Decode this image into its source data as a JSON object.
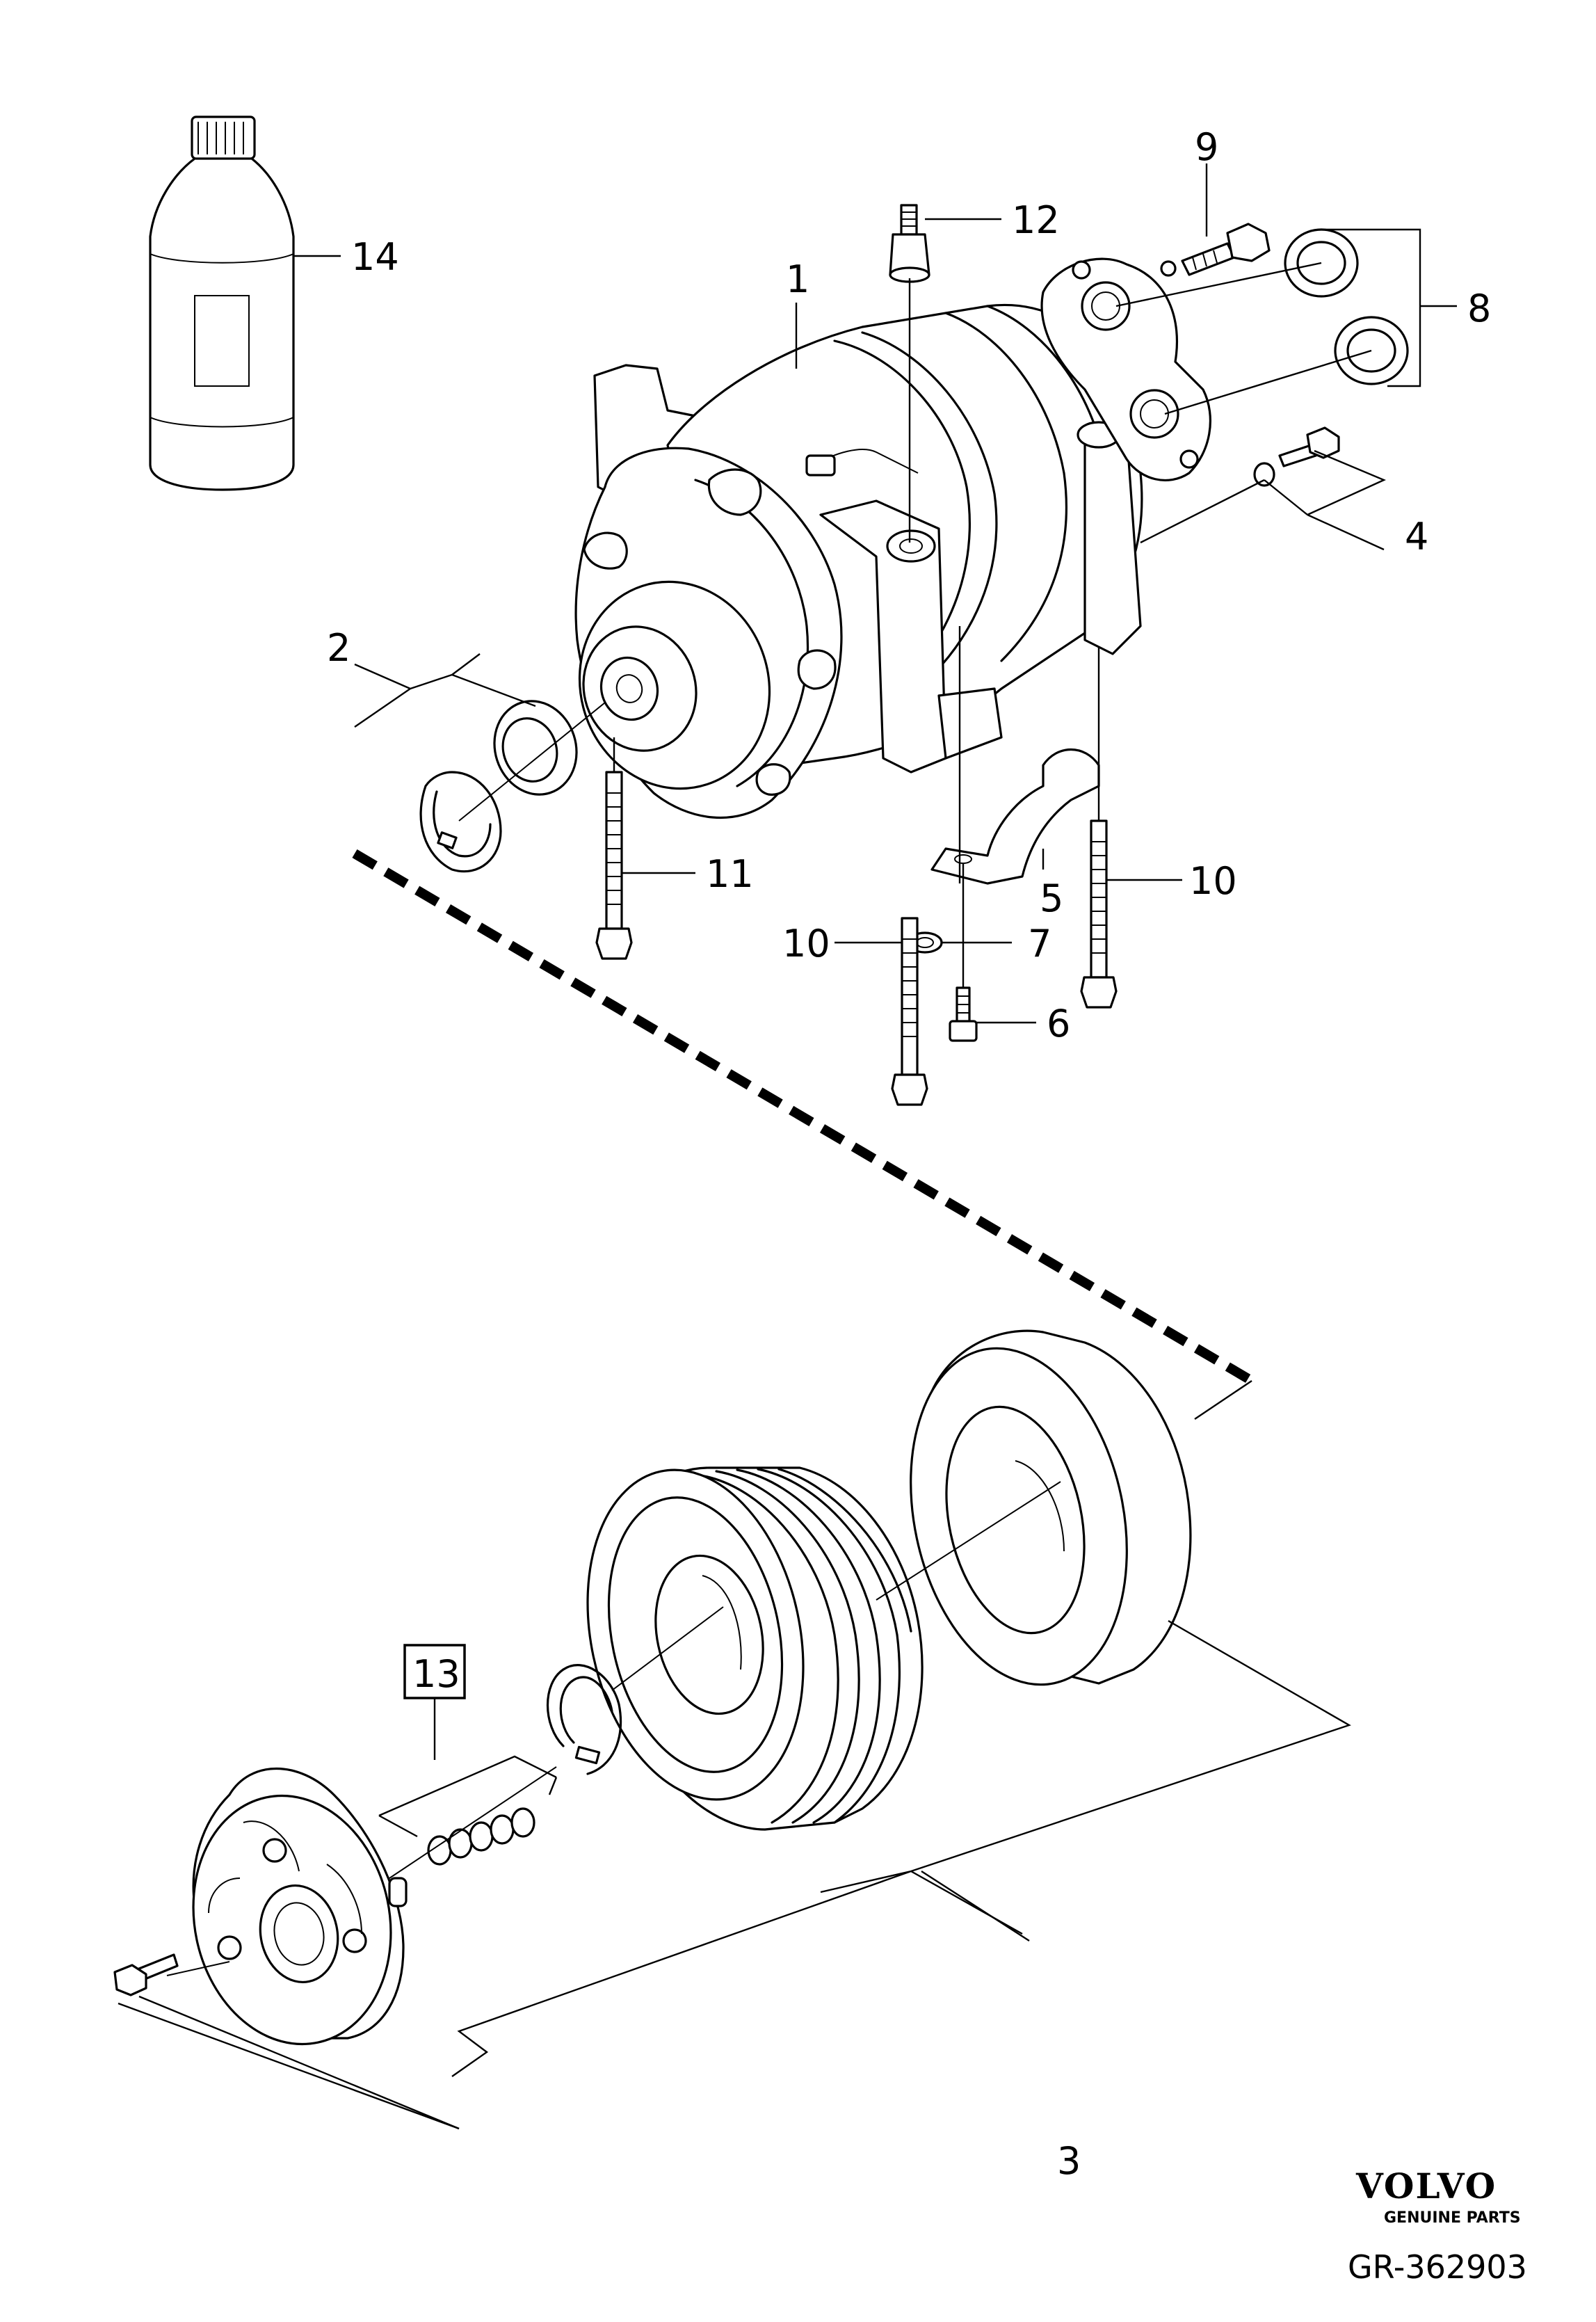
{
  "callouts": {
    "c1": "1",
    "c2": "2",
    "c3": "3",
    "c4": "4",
    "c5": "5",
    "c6": "6",
    "c7": "7",
    "c8": "8",
    "c9": "9",
    "c10a": "10",
    "c10b": "10",
    "c11": "11",
    "c12": "12",
    "c13": "13",
    "c14": "14"
  },
  "brand": {
    "logo": "VOLVO",
    "tagline": "GENUINE PARTS"
  },
  "reference": "GR-362903"
}
